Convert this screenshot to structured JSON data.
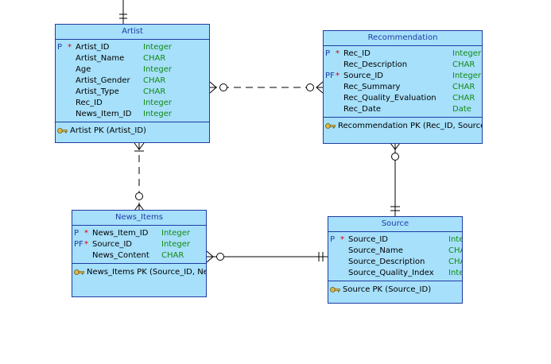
{
  "colors": {
    "entity_fill": "#a6e0fb",
    "entity_border": "#1f3ca3",
    "title_text": "#1f3ca3",
    "key_marker": "#1f3ca3",
    "required_marker": "#d10000",
    "datatype_text": "#138a13",
    "connector_line": "#000000"
  },
  "entities": {
    "artist": {
      "title": "Artist",
      "attributes": [
        {
          "key": "P",
          "req": "*",
          "name": "Artist_ID",
          "type": "Integer"
        },
        {
          "key": "",
          "req": "",
          "name": "Artist_Name",
          "type": "CHAR"
        },
        {
          "key": "",
          "req": "",
          "name": "Age",
          "type": "Integer"
        },
        {
          "key": "",
          "req": "",
          "name": "Artist_Gender",
          "type": "CHAR"
        },
        {
          "key": "",
          "req": "",
          "name": "Artist_Type",
          "type": "CHAR"
        },
        {
          "key": "",
          "req": "",
          "name": "Rec_ID",
          "type": "Integer"
        },
        {
          "key": "",
          "req": "",
          "name": "News_Item_ID",
          "type": "Integer"
        }
      ],
      "keys": [
        {
          "icon": "key-icon",
          "text": "Artist PK (Artist_ID)"
        }
      ]
    },
    "recommendation": {
      "title": "Recommendation",
      "attributes": [
        {
          "key": "P",
          "req": "*",
          "name": "Rec_ID",
          "type": "Integer"
        },
        {
          "key": "",
          "req": "",
          "name": "Rec_Description",
          "type": "CHAR"
        },
        {
          "key": "PF",
          "req": "*",
          "name": "Source_ID",
          "type": "Integer"
        },
        {
          "key": "",
          "req": "",
          "name": "Rec_Summary",
          "type": "CHAR"
        },
        {
          "key": "",
          "req": "",
          "name": "Rec_Quality_Evaluation",
          "type": "CHAR"
        },
        {
          "key": "",
          "req": "",
          "name": "Rec_Date",
          "type": "Date"
        }
      ],
      "keys": [
        {
          "icon": "key-icon",
          "text": "Recommendation PK (Rec_ID, Source"
        }
      ]
    },
    "news_items": {
      "title": "News_Items",
      "attributes": [
        {
          "key": "P",
          "req": "*",
          "name": "News_Item_ID",
          "type": "Integer"
        },
        {
          "key": "PF",
          "req": "*",
          "name": "Source_ID",
          "type": "Integer"
        },
        {
          "key": "",
          "req": "",
          "name": "News_Content",
          "type": "CHAR"
        }
      ],
      "keys": [
        {
          "icon": "key-icon",
          "text": "News_Items PK (Source_ID, New"
        }
      ]
    },
    "source": {
      "title": "Source",
      "attributes": [
        {
          "key": "P",
          "req": "*",
          "name": "Source_ID",
          "type": "Inte"
        },
        {
          "key": "",
          "req": "",
          "name": "Source_Name",
          "type": "CHA"
        },
        {
          "key": "",
          "req": "",
          "name": "Source_Description",
          "type": "CHA"
        },
        {
          "key": "",
          "req": "",
          "name": "Source_Quality_Index",
          "type": "Inte"
        }
      ],
      "keys": [
        {
          "icon": "key-icon",
          "text": "Source PK (Source_ID)"
        }
      ]
    }
  },
  "relationships": [
    {
      "id": "artist-recommendation",
      "from": "Artist",
      "to": "Recommendation",
      "style": "dashed"
    },
    {
      "id": "artist-news-items",
      "from": "Artist",
      "to": "News_Items",
      "style": "dashed"
    },
    {
      "id": "recommendation-source",
      "from": "Recommendation",
      "to": "Source",
      "style": "solid"
    },
    {
      "id": "news-items-source",
      "from": "News_Items",
      "to": "Source",
      "style": "solid"
    },
    {
      "id": "artist-upstream",
      "from": "Artist",
      "to": "",
      "style": "solid"
    }
  ]
}
